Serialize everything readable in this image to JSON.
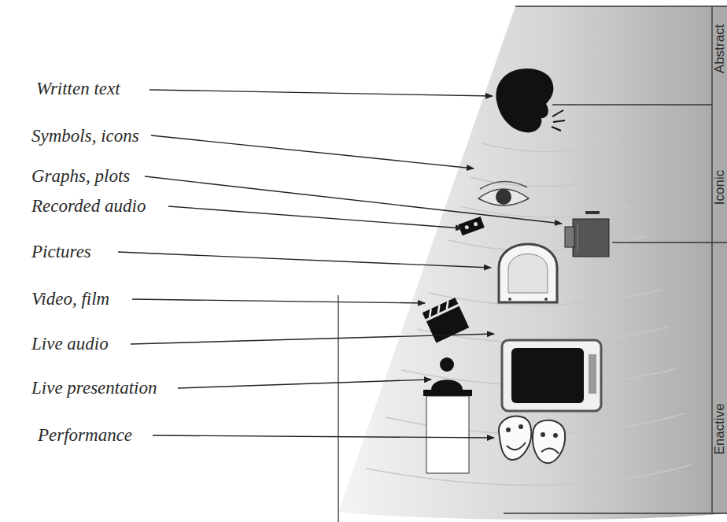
{
  "diagram": {
    "labels": [
      "Written text",
      "Symbols, icons",
      "Graphs, plots",
      "Recorded audio",
      "Pictures",
      "Video, film",
      "Live audio",
      "Live presentation",
      "Performance",
      "Abstract",
      "Iconic",
      "Enactive"
    ]
  }
}
